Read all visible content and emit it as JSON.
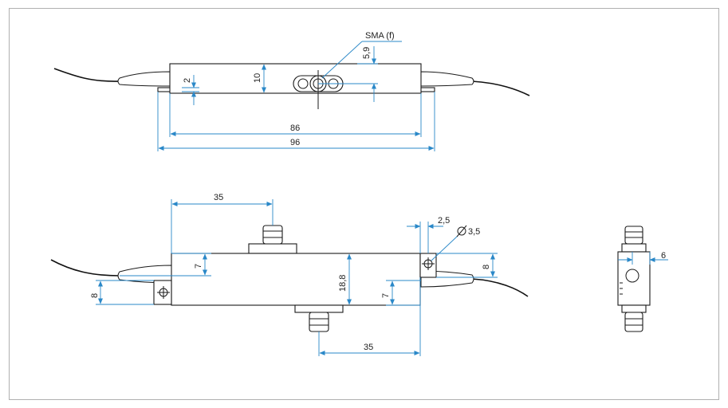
{
  "drawing": {
    "top_view": {
      "connector_label": "SMA (f)",
      "dim_height": "10",
      "dim_connector_offset": "5,9",
      "dim_flange": "2",
      "dim_inner_length": "86",
      "dim_total_length": "96"
    },
    "front_view": {
      "dim_connector_from_left": "35",
      "dim_fiber_height_left": "7",
      "dim_tab_left": "8",
      "dim_body_height": "18,8",
      "dim_fiber_height_right": "7",
      "dim_tab_right": "8",
      "dim_tab_width": "2,5",
      "dim_hole_diameter": "3,5",
      "dim_connector_from_right": "35"
    },
    "side_view": {
      "dim_offset": "6"
    }
  },
  "colors": {
    "dimension_lines": "#2a88c8",
    "outline": "#1a1a1a",
    "border": "#b0b0b0"
  }
}
